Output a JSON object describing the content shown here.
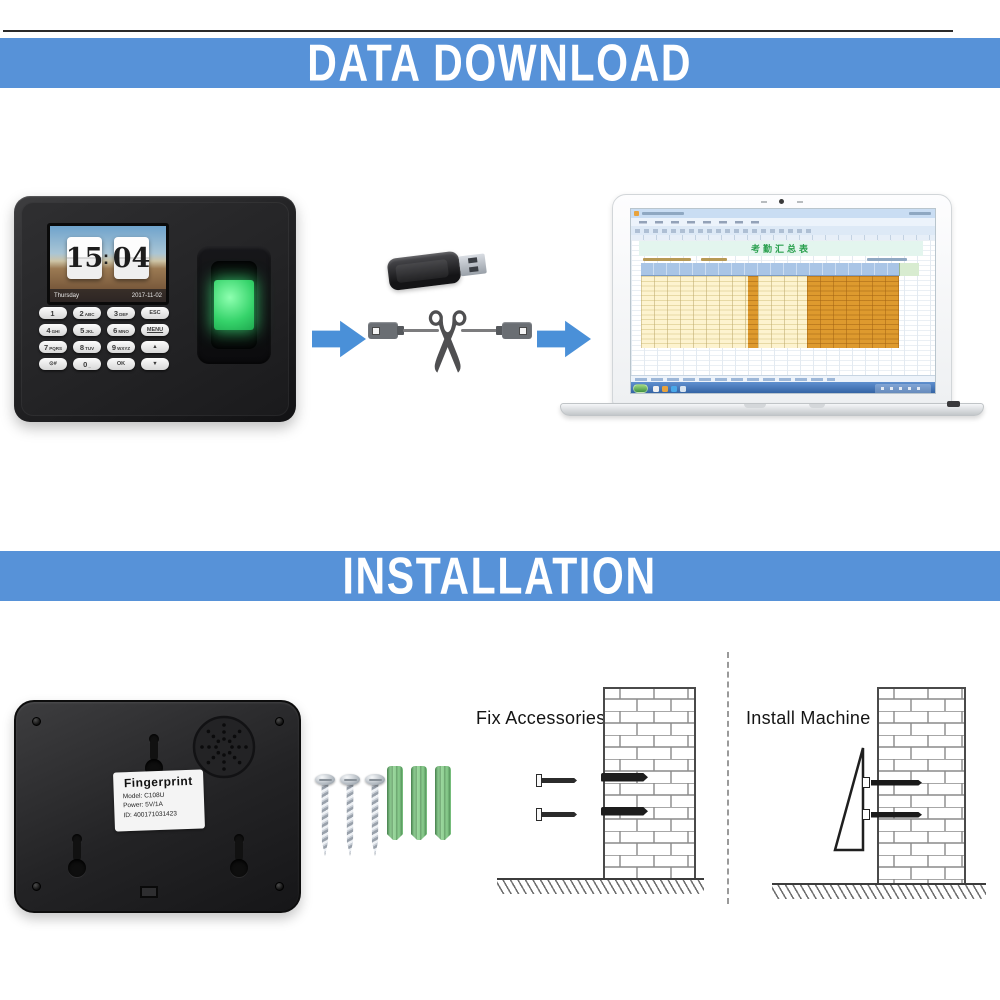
{
  "banners": {
    "top": "DATA DOWNLOAD",
    "bottom": "INSTALLATION"
  },
  "device_front": {
    "clock_hours": "15",
    "clock_colon": ":",
    "clock_minutes": "04",
    "weekday": "Thursday",
    "date": "2017-11-02",
    "keys": [
      {
        "main": "1",
        "sub": ""
      },
      {
        "main": "2",
        "sub": "ABC"
      },
      {
        "main": "3",
        "sub": "DEF"
      },
      {
        "main": "ESC",
        "sub": ""
      },
      {
        "main": "4",
        "sub": "GHI"
      },
      {
        "main": "5",
        "sub": "JKL"
      },
      {
        "main": "6",
        "sub": "MNO"
      },
      {
        "main": "MENU",
        "sub": ""
      },
      {
        "main": "7",
        "sub": "PQRS"
      },
      {
        "main": "8",
        "sub": "TUV"
      },
      {
        "main": "9",
        "sub": "WXYZ"
      },
      {
        "main": "▲",
        "sub": ""
      },
      {
        "main": "⊙#",
        "sub": ""
      },
      {
        "main": "0",
        "sub": "_"
      },
      {
        "main": "OK",
        "sub": ""
      },
      {
        "main": "▼",
        "sub": ""
      }
    ]
  },
  "spreadsheet": {
    "title": "考勤汇总表"
  },
  "device_back": {
    "label_title": "Fingerprint",
    "label_model": "Model: C108U",
    "label_power": "Power: 5V/1A",
    "label_id": "ID: 400171031423"
  },
  "installation": {
    "fix_label": "Fix Accessories",
    "install_label": "Install Machine"
  },
  "icons": {
    "scissors": "✂"
  },
  "colors": {
    "banner_blue": "#5792d8",
    "arrow_blue": "#4a90d8",
    "sensor_green": "#35d36a",
    "anchor_green": "#83c986",
    "sheet_orange": "#de9a2e"
  }
}
